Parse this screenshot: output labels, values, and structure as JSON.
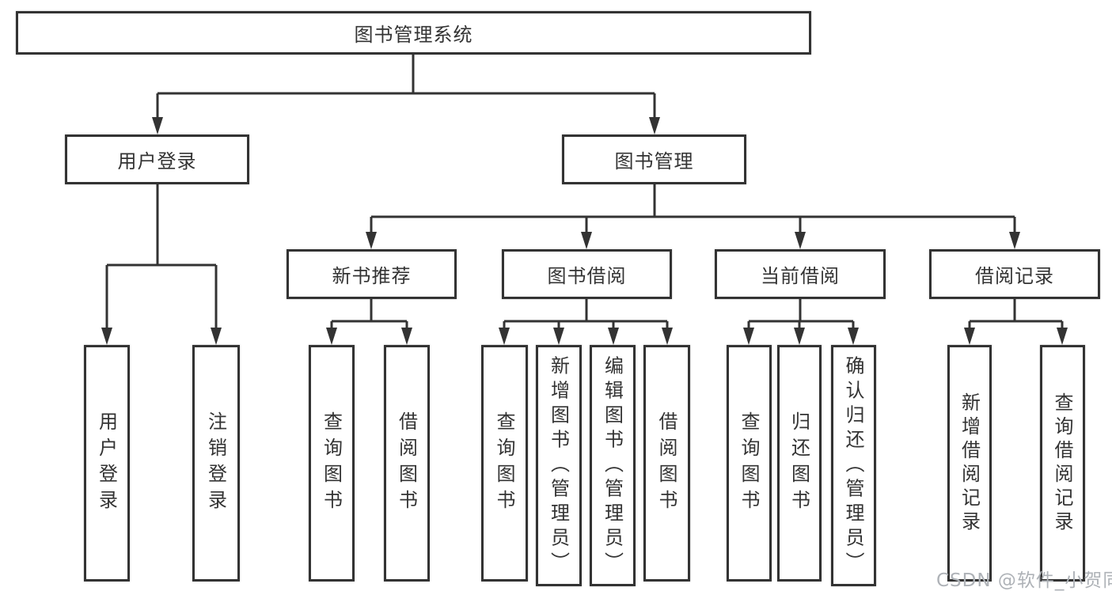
{
  "colors": {
    "line": "#333333",
    "text": "#333333",
    "background": "#ffffff",
    "watermark_color": "#aeb2b7"
  },
  "watermark": "CSDN @软件_小贺同学",
  "tree": {
    "root": "图书管理系统",
    "level2": [
      "用户登录",
      "图书管理"
    ],
    "level3": [
      "新书推荐",
      "图书借阅",
      "当前借阅",
      "借阅记录"
    ],
    "leaves": [
      "用户登录",
      "注销登录",
      "查询图书",
      "借阅图书",
      "查询图书",
      "新增图书（管理员）",
      "编辑图书（管理员）",
      "借阅图书",
      "查询图书",
      "归还图书",
      "确认归还（管理员）",
      "新增借阅记录",
      "查询借阅记录"
    ]
  }
}
